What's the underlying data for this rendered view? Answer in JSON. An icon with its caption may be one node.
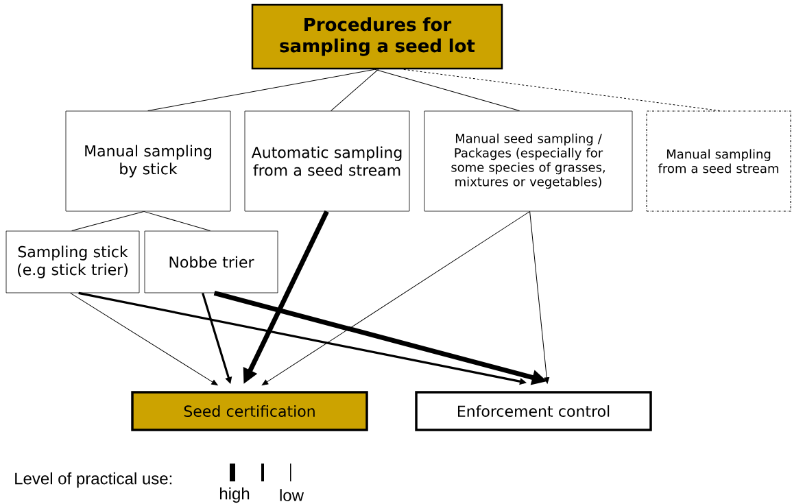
{
  "diagram": {
    "nodes": [
      {
        "text": [
          "Procedures for sampling a seed lot"
        ]
      },
      {
        "text": [
          "Manual sampling by stick"
        ]
      },
      {
        "text": [
          "Automatic sampling from a seed stream"
        ]
      },
      {
        "text": [
          "Manual seed sampling / Packages (especially for some species of grasses, mixtures or vegetables)"
        ]
      },
      {
        "text": [
          "Manual sampling from a seed stream"
        ]
      },
      {
        "text": [
          "Sampling stick (e.g stick trier)"
        ]
      },
      {
        "text": [
          "Nobbe trier"
        ]
      },
      {
        "text": [
          "Seed certification"
        ]
      },
      {
        "text": [
          "Enforcement control"
        ]
      }
    ],
    "edges": [
      {
        "from": 0,
        "to": 1,
        "arrow": "none"
      },
      {
        "from": 0,
        "to": 2,
        "arrow": "none"
      },
      {
        "from": 0,
        "to": 3,
        "arrow": "none"
      },
      {
        "from": 0,
        "to": 4,
        "arrow": "none",
        "style": "dashed"
      },
      {
        "from": 1,
        "to": 5,
        "arrow": "none"
      },
      {
        "from": 1,
        "to": 6,
        "arrow": "none"
      },
      {
        "from": 5,
        "to": 7,
        "arrow": "to"
      },
      {
        "from": 5,
        "to": 8,
        "arrow": "to",
        "style": "thick"
      },
      {
        "from": 6,
        "to": 7,
        "arrow": "to",
        "style": "thick"
      },
      {
        "from": 6,
        "to": 8,
        "arrow": "to",
        "style": "thick"
      },
      {
        "from": 2,
        "to": 7,
        "arrow": "to",
        "style": "thick"
      },
      {
        "from": 3,
        "to": 7,
        "arrow": "to"
      },
      {
        "from": 3,
        "to": 8,
        "arrow": "to"
      }
    ],
    "labels": [
      "Level of practical use:"
    ],
    "legend": [
      {
        "text": "high"
      },
      {
        "text": "low"
      }
    ]
  }
}
